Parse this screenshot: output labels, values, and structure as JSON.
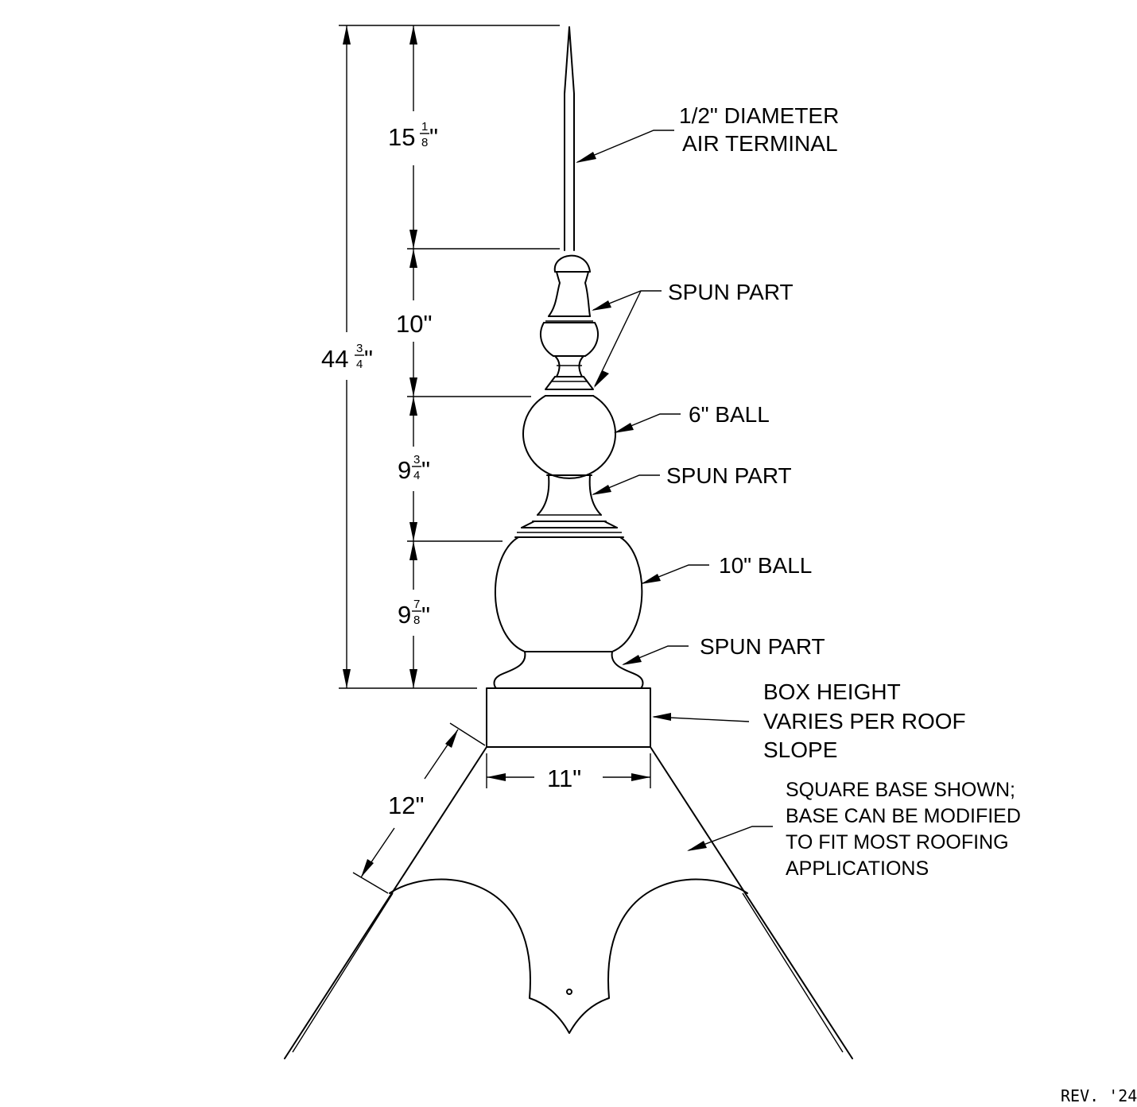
{
  "labels": {
    "air_terminal_line1": "1/2\" DIAMETER",
    "air_terminal_line2": "AIR TERMINAL",
    "spun_part_upper": "SPUN PART",
    "ball_6": "6\" BALL",
    "spun_part_middle": "SPUN PART",
    "ball_10": "10\" BALL",
    "spun_part_lower": "SPUN PART",
    "box_line1": "BOX HEIGHT",
    "box_line2": "VARIES PER ROOF",
    "box_line3": "SLOPE",
    "base_note_line1": "SQUARE BASE SHOWN;",
    "base_note_line2": "BASE CAN BE MODIFIED",
    "base_note_line3": "TO FIT MOST ROOFING",
    "base_note_line4": "APPLICATIONS"
  },
  "dimensions": {
    "overall": {
      "whole": "44",
      "num": "3",
      "den": "4",
      "unit": "\""
    },
    "terminal": {
      "whole": "15",
      "num": "1",
      "den": "8",
      "unit": "\""
    },
    "upper": {
      "text": "10\""
    },
    "middle": {
      "whole": "9",
      "num": "3",
      "den": "4",
      "unit": "\""
    },
    "lower": {
      "whole": "9",
      "num": "7",
      "den": "8",
      "unit": "\""
    },
    "base_width": {
      "text": "11\""
    },
    "slope_length": {
      "text": "12\""
    }
  },
  "revision": "REV. '24"
}
